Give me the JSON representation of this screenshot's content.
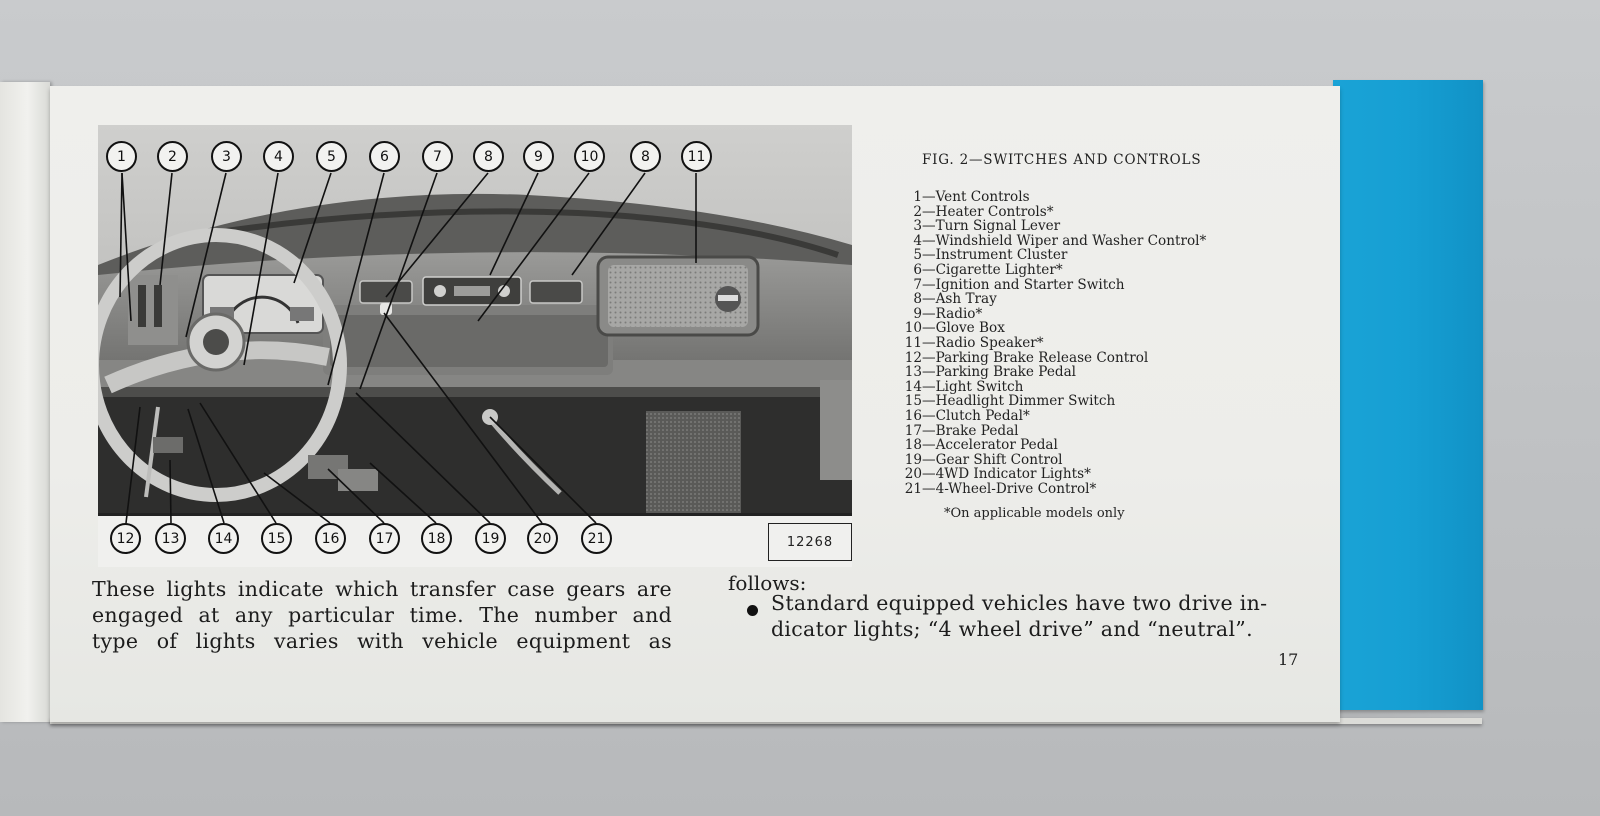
{
  "photo": {
    "callouts_top": [
      "1",
      "2",
      "3",
      "4",
      "5",
      "6",
      "7",
      "8",
      "9",
      "10",
      "8",
      "11"
    ],
    "callouts_bottom": [
      "12",
      "13",
      "14",
      "15",
      "16",
      "17",
      "18",
      "19",
      "20",
      "21"
    ],
    "image_number": "12268"
  },
  "figure": {
    "title": "FIG. 2—SWITCHES AND CONTROLS",
    "items": [
      {
        "num": "1",
        "label": "—Vent Controls"
      },
      {
        "num": "2",
        "label": "—Heater Controls*"
      },
      {
        "num": "3",
        "label": "—Turn Signal Lever"
      },
      {
        "num": "4",
        "label": "—Windshield Wiper and Washer Control*"
      },
      {
        "num": "5",
        "label": "—Instrument Cluster"
      },
      {
        "num": "6",
        "label": "—Cigarette Lighter*"
      },
      {
        "num": "7",
        "label": "—Ignition and Starter Switch"
      },
      {
        "num": "8",
        "label": "—Ash Tray"
      },
      {
        "num": "9",
        "label": "—Radio*"
      },
      {
        "num": "10",
        "label": "—Glove Box"
      },
      {
        "num": "11",
        "label": "—Radio Speaker*"
      },
      {
        "num": "12",
        "label": "—Parking Brake Release Control"
      },
      {
        "num": "13",
        "label": "—Parking Brake Pedal"
      },
      {
        "num": "14",
        "label": "—Light Switch"
      },
      {
        "num": "15",
        "label": "—Headlight Dimmer Switch"
      },
      {
        "num": "16",
        "label": "—Clutch Pedal*"
      },
      {
        "num": "17",
        "label": "—Brake Pedal"
      },
      {
        "num": "18",
        "label": "—Accelerator Pedal"
      },
      {
        "num": "19",
        "label": "—Gear Shift Control"
      },
      {
        "num": "20",
        "label": "—4WD Indicator Lights*"
      },
      {
        "num": "21",
        "label": "—4-Wheel-Drive Control*"
      }
    ],
    "footnote": "*On applicable models only"
  },
  "body": {
    "left_lines": [
      "These lights indicate which transfer case gears are",
      "engaged at any particular time. The number and",
      "type of lights varies with vehicle equipment as"
    ],
    "right_lead": "follows:",
    "bullet_lines": [
      "Standard equipped vehicles have two drive in-",
      "dicator lights; “4 wheel drive” and “neutral”."
    ]
  },
  "page_number": "17"
}
